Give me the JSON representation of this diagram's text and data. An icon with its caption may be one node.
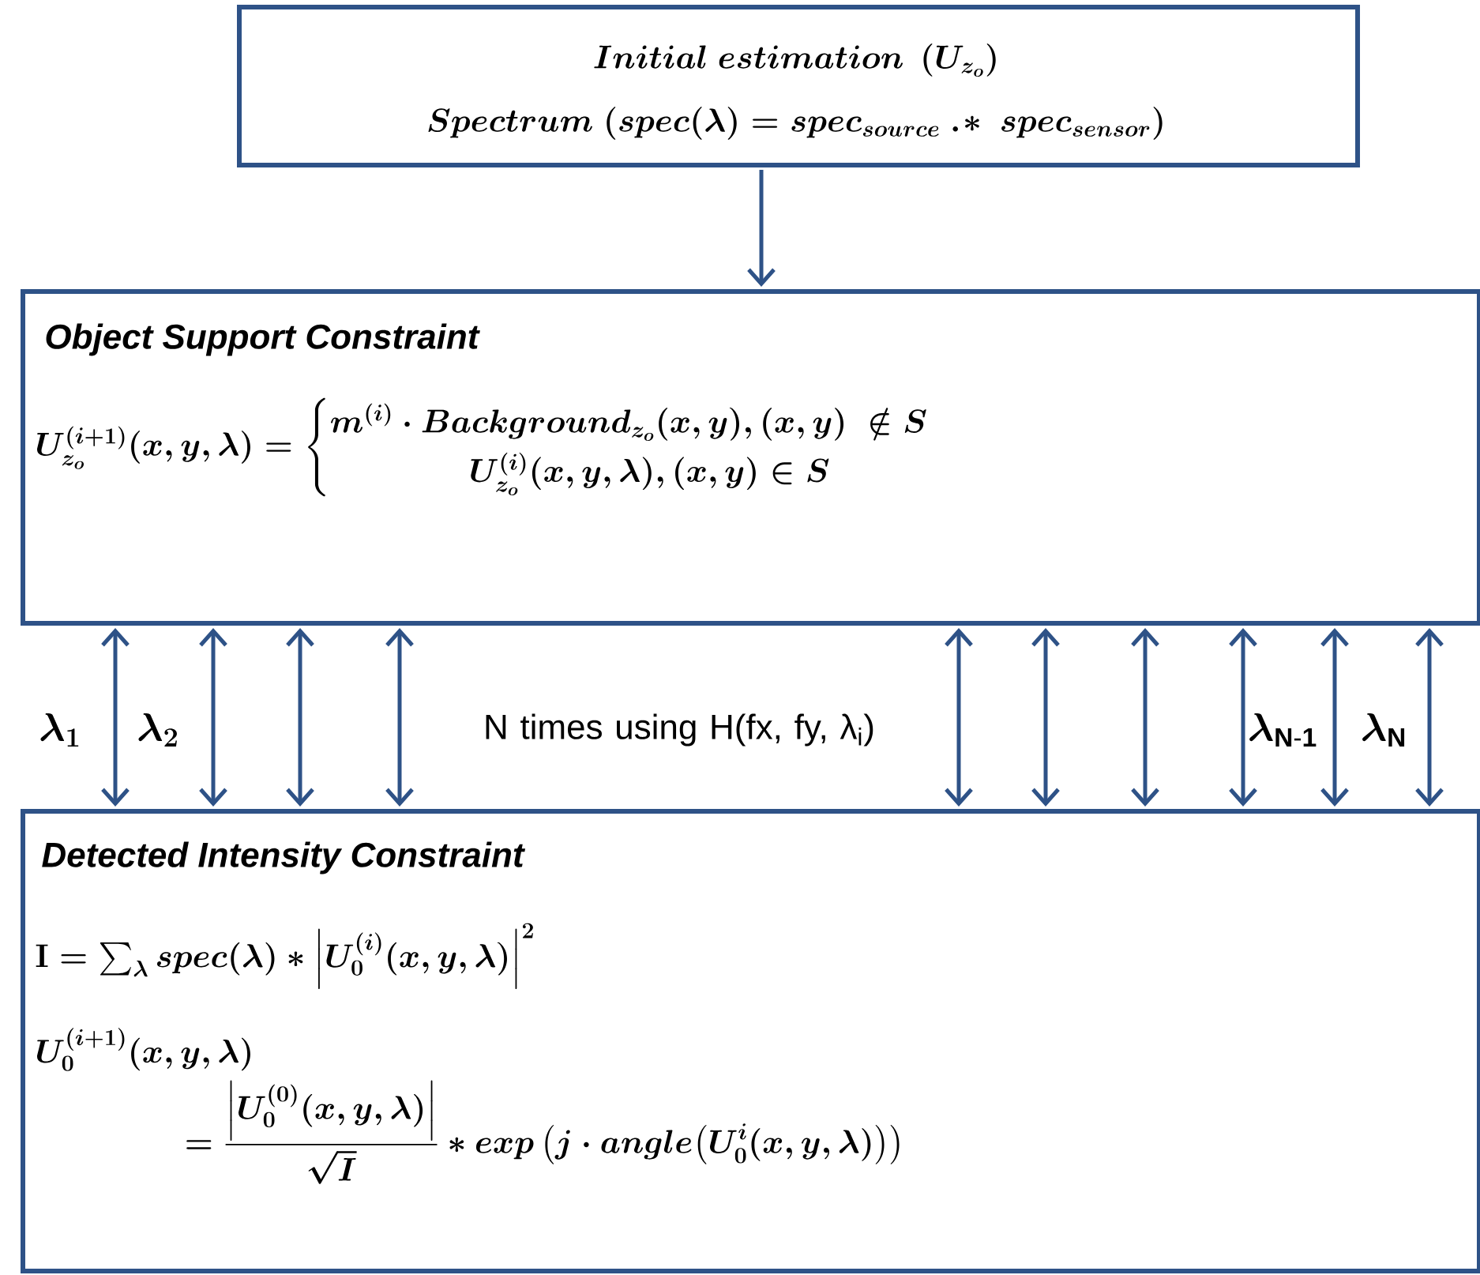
{
  "diagram": {
    "nodes": [
      {
        "text": [
          "Initial\\ estimation\\ \\left(U_{z_o}\\right)",
          "Spectrum\\ (spec(\\lambda) = spec_{source}\\ .\\!*\\ spec_{sensor})"
        ]
      },
      {
        "text": [
          "Object Support Constraint",
          "U_{z_o}^{(i+1)}(x,y,\\lambda) = \\begin{cases} m^{(i)}\\cdot Background_{z_o}(x,y),(x,y)\\ \\notin S \\\\ \\qquad\\qquad U_{z_o}^{(i)}(x,y,\\lambda),(x,y)\\in S\\end{cases}"
        ]
      },
      {
        "text": [
          "Detected Intensity Constraint",
          "\\mathbf{I} = \\sum_\\lambda spec(\\lambda) * \\left|U_0^{(i)}(x,y,\\lambda)\\right|^2",
          "\\begin{aligned} & U_0^{(i+1)}(x,y,\\lambda) \\\\ & \\qquad\\qquad = \\dfrac{\\left|U_0^{(0)}(x,y,\\lambda)\\right|}{\\sqrt{I}} * exp\\left(j\\cdot angle\\big(U_0^{i}(x,y,\\lambda)\\big)\\right)\\end{aligned}"
        ]
      }
    ],
    "edges": [
      {
        "from": 0,
        "to": 1,
        "arrow": "to"
      },
      {
        "from": 1,
        "to": 2,
        "arrow": "both"
      },
      {
        "from": 1,
        "to": 2,
        "arrow": "both"
      },
      {
        "from": 1,
        "to": 2,
        "arrow": "both"
      },
      {
        "from": 1,
        "to": 2,
        "arrow": "both"
      },
      {
        "from": 1,
        "to": 2,
        "arrow": "both"
      },
      {
        "from": 1,
        "to": 2,
        "arrow": "both"
      },
      {
        "from": 1,
        "to": 2,
        "arrow": "both"
      },
      {
        "from": 1,
        "to": 2,
        "arrow": "both"
      },
      {
        "from": 1,
        "to": 2,
        "arrow": "both"
      },
      {
        "from": 1,
        "to": 2,
        "arrow": "both"
      }
    ],
    "labels": [
      "\\lambda_{1}",
      "\\lambda_{2}",
      "N times using H(fx, fy, λ$_{i}$)",
      "\\lambda_{\\mathrm{N\\text{-}1}}",
      "\\lambda_{\\mathrm{N}}"
    ]
  }
}
